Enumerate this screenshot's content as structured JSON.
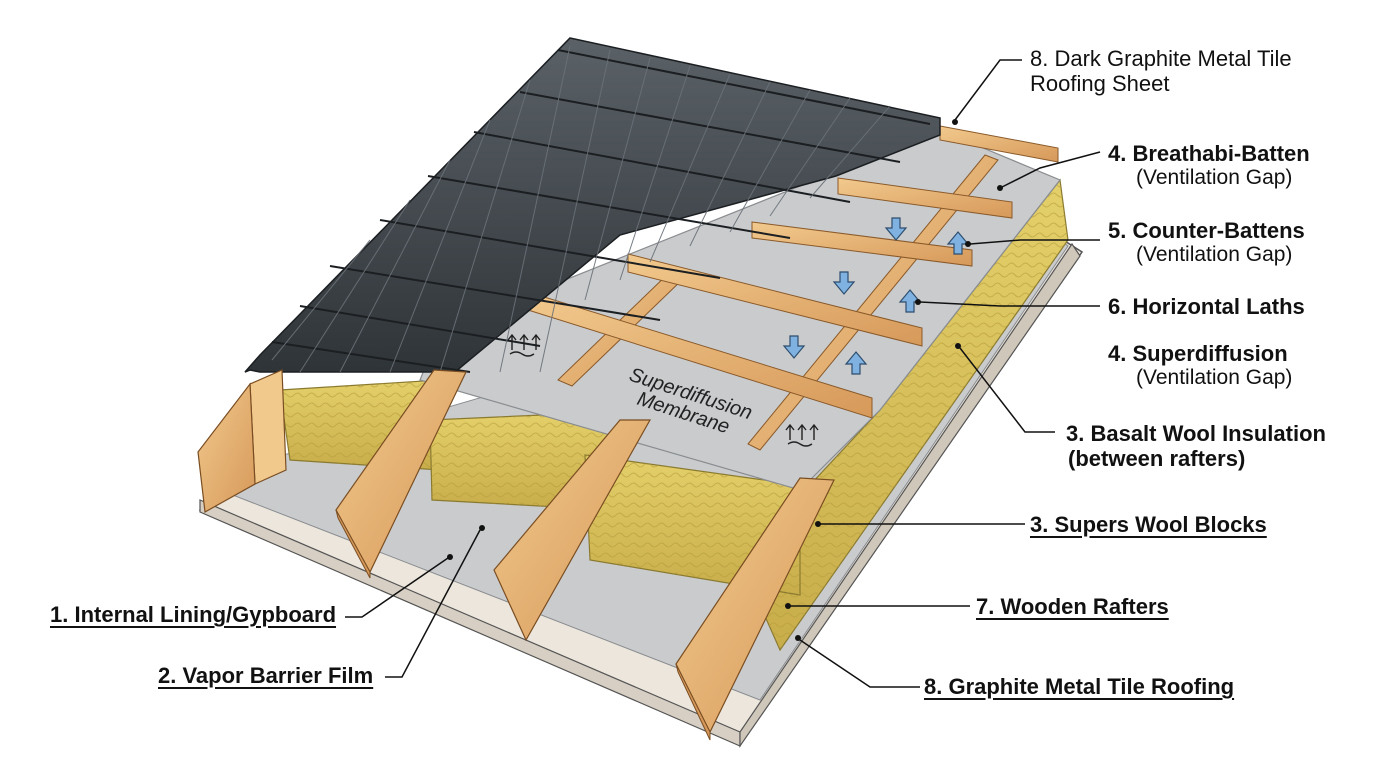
{
  "diagram": {
    "membrane_label": "Superdiffusion",
    "membrane_label_2": "Membrane",
    "labels": [
      {
        "id": "l8top",
        "line1": "8. Dark Graphite Metal Tile",
        "line2": "Roofing Sheet"
      },
      {
        "id": "l4b",
        "line1": "4. Breathabi-Batten",
        "line2": "(Ventilation Gap)"
      },
      {
        "id": "l5",
        "line1": "5. Counter-Battens",
        "line2": "(Ventilation Gap)"
      },
      {
        "id": "l6",
        "line1": "6. Horizontal Laths"
      },
      {
        "id": "l4s",
        "line1": "4. Superdiffusion",
        "line2": "(Ventilation Gap)"
      },
      {
        "id": "l3b",
        "line1": "3. Basalt Wool Insulation",
        "line2": "(between rafters)"
      },
      {
        "id": "l3s",
        "line1": "3. Supers Wool Blocks"
      },
      {
        "id": "l7",
        "line1": "7. Wooden Rafters"
      },
      {
        "id": "l8b",
        "line1": "8. Graphite Metal Tile Roofing"
      },
      {
        "id": "l1",
        "line1": "1. Internal Lining/Gypboard"
      },
      {
        "id": "l2",
        "line1": "2. Vapor Barrier Film"
      }
    ]
  },
  "colors": {
    "tile": "#3a4045",
    "tile_dark": "#262a2e",
    "tile_light": "#5a6167",
    "wood": "#e2ad6a",
    "wood_dark": "#b9783a",
    "wood_light": "#f2c98d",
    "wool": "#d8c25c",
    "wool_dark": "#b59c3c",
    "membrane": "#c9cbcd",
    "membrane_dark": "#9ea1a4",
    "board": "#ece6dd",
    "arrow": "#7fb2e0"
  }
}
